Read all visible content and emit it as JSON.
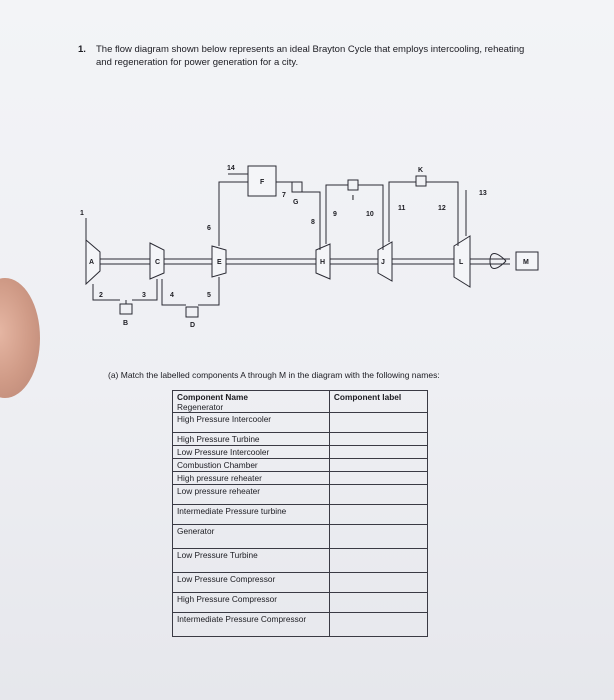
{
  "question": {
    "number": "1.",
    "text": "The flow diagram shown below represents an ideal Brayton Cycle that employs intercooling, reheating and regeneration for power generation for a city."
  },
  "diagram": {
    "components": [
      "A",
      "B",
      "C",
      "D",
      "E",
      "F",
      "G",
      "H",
      "I",
      "J",
      "K",
      "L",
      "M"
    ],
    "states": [
      "1",
      "2",
      "3",
      "4",
      "5",
      "6",
      "7",
      "8",
      "9",
      "10",
      "11",
      "12",
      "13",
      "14"
    ]
  },
  "part_a": {
    "prompt": "(a) Match the labelled components A through M in the diagram with the following names:",
    "header_name": "Component Name",
    "header_label": "Component label",
    "rows": [
      "Regenerator",
      "High Pressure Intercooler",
      "High Pressure Turbine",
      "Low Pressure Intercooler",
      "Combustion Chamber",
      "High pressure reheater",
      "Low pressure reheater",
      "Intermediate Pressure turbine",
      "Generator",
      "Low Pressure Turbine",
      "Low Pressure Compressor",
      "High Pressure Compressor",
      "Intermediate Pressure Compressor"
    ]
  }
}
